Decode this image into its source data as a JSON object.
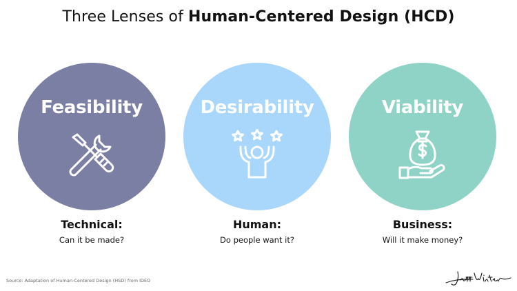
{
  "title": {
    "prefix": "Three Lenses of",
    "emphasis": "Human-Centered Design (HCD)"
  },
  "lenses": [
    {
      "name": "Feasibility",
      "icon": "wrench-screwdriver-icon",
      "color": "#7b7fa3",
      "label": "Technical:",
      "question": "Can it be made?"
    },
    {
      "name": "Desirability",
      "icon": "person-stars-icon",
      "color": "#a9d6fb",
      "label": "Human:",
      "question": "Do people want it?"
    },
    {
      "name": "Viability",
      "icon": "money-bag-hand-icon",
      "color": "#8fd3c6",
      "label": "Business:",
      "question": "Will it make money?"
    }
  ],
  "source": "Source: Adaptation of Human-Centered Design (HSD) from IDEO",
  "signature": {
    "text": "Jeff Winter",
    "icon": "handwritten-signature"
  }
}
